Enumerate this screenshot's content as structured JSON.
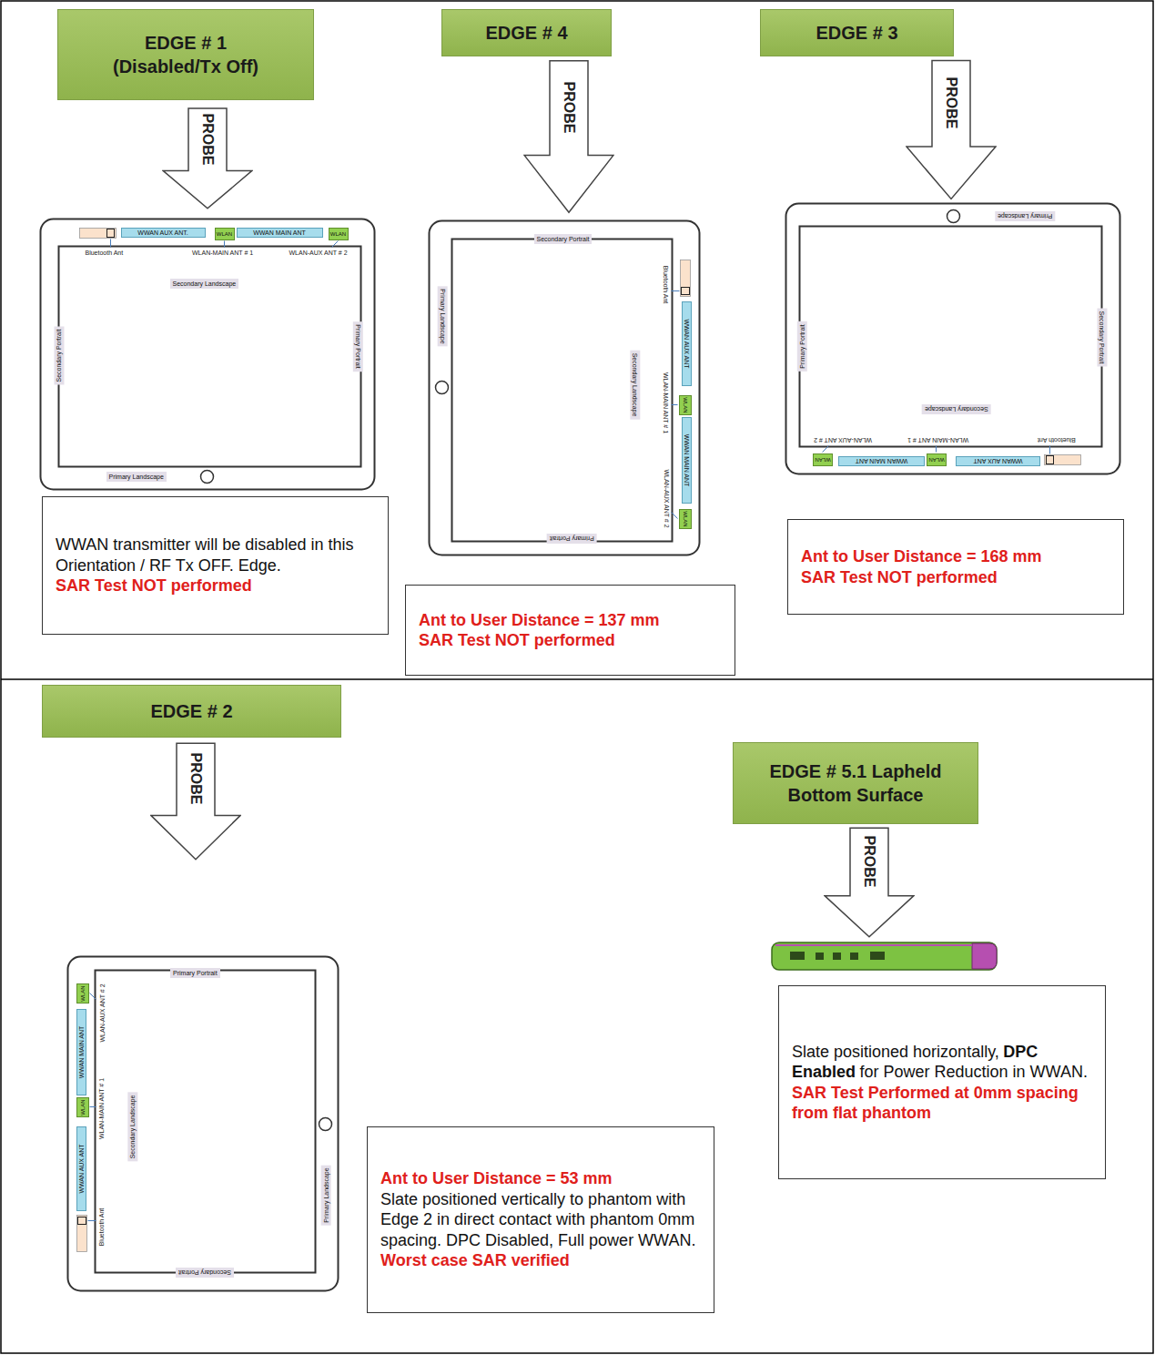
{
  "diagram": {
    "nodes": [
      {
        "text": [
          "EDGE # 1 (Disabled/Tx Off)"
        ]
      },
      {
        "text": [
          "PROBE"
        ]
      },
      {
        "text": [
          "WWAN AUX ANT."
        ]
      },
      {
        "text": [
          "WLAN"
        ]
      },
      {
        "text": [
          "WWAN MAIN ANT"
        ]
      },
      {
        "text": [
          "WLAN"
        ]
      },
      {
        "text": [
          "Secondary Landscape"
        ]
      },
      {
        "text": [
          "Primary Landscape"
        ]
      },
      {
        "text": [
          "Secondary Portrait"
        ]
      },
      {
        "text": [
          "Primary Portrait"
        ]
      },
      {
        "text": [
          "WWAN transmitter will be disabled in this Orientation / RF Tx OFF. Edge.",
          "SAR Test NOT performed"
        ]
      },
      {
        "text": [
          "EDGE # 4"
        ]
      },
      {
        "text": [
          "PROBE"
        ]
      },
      {
        "text": [
          "WWAN AUX ANT"
        ]
      },
      {
        "text": [
          "WLAN"
        ]
      },
      {
        "text": [
          "WWAN MAIN ANT"
        ]
      },
      {
        "text": [
          "WLAN"
        ]
      },
      {
        "text": [
          "Secondary Landscape"
        ]
      },
      {
        "text": [
          "Primary Landscape"
        ]
      },
      {
        "text": [
          "Secondary Portrait"
        ]
      },
      {
        "text": [
          "Primary Portrait"
        ]
      },
      {
        "text": [
          "Ant to User Distance = 137 mm",
          "SAR Test NOT performed"
        ]
      },
      {
        "text": [
          "EDGE # 3"
        ]
      },
      {
        "text": [
          "PROBE"
        ]
      },
      {
        "text": [
          "WWAN AUX ANT"
        ]
      },
      {
        "text": [
          "WLAN"
        ]
      },
      {
        "text": [
          "WWAN MAIN ANT"
        ]
      },
      {
        "text": [
          "WLAN"
        ]
      },
      {
        "text": [
          "Secondary Landscape"
        ]
      },
      {
        "text": [
          "Primary Landscape"
        ]
      },
      {
        "text": [
          "Secondary Portrait"
        ]
      },
      {
        "text": [
          "Primary Portrait"
        ]
      },
      {
        "text": [
          "Ant to User Distance = 168 mm",
          "SAR Test NOT performed"
        ]
      },
      {
        "text": [
          "EDGE # 2"
        ]
      },
      {
        "text": [
          "PROBE"
        ]
      },
      {
        "text": [
          "WWAN AUX ANT"
        ]
      },
      {
        "text": [
          "WLAN"
        ]
      },
      {
        "text": [
          "WWAN MAIN ANT"
        ]
      },
      {
        "text": [
          "WLAN"
        ]
      },
      {
        "text": [
          "Secondary Landscape"
        ]
      },
      {
        "text": [
          "Primary Landscape"
        ]
      },
      {
        "text": [
          "Secondary Portrait"
        ]
      },
      {
        "text": [
          "Primary Portrait"
        ]
      },
      {
        "text": [
          "Ant to User Distance = 53 mm",
          "Slate positioned vertically to phantom with Edge 2 in direct contact with phantom 0mm spacing. DPC Disabled, Full power WWAN.",
          "Worst case SAR verified"
        ]
      },
      {
        "text": [
          "EDGE # 5.1 Lapheld Bottom Surface"
        ]
      },
      {
        "text": [
          "PROBE"
        ]
      },
      {
        "text": [
          "Slate positioned horizontally,",
          "DPC Enabled",
          "for Power Reduction in WWAN.",
          "SAR Test Performed at 0mm spacing from flat phantom"
        ]
      }
    ],
    "labels": [
      "Bluetooth Ant",
      "WLAN-MAIN ANT # 1",
      "WLAN-AUX ANT # 2",
      "Bluetooth Ant",
      "WLAN-MAIN ANT # 1",
      "WLAN-AUX ANT # 2",
      "Bluetooth Ant",
      "WLAN-MAIN ANT # 1",
      "WLAN-AUX ANT # 2",
      "Bluetooth Ant",
      "WLAN-MAIN ANT # 1",
      "WLAN-AUX ANT # 2"
    ]
  }
}
